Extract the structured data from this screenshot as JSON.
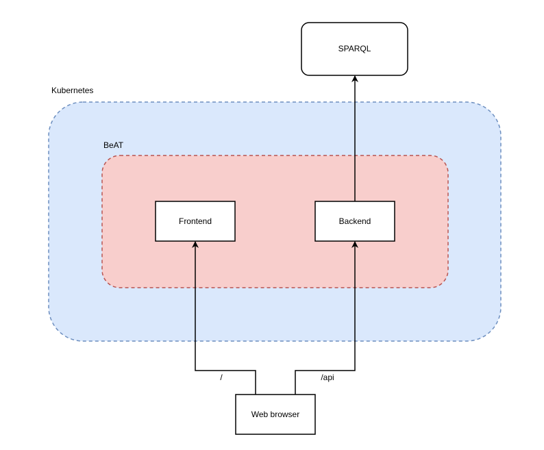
{
  "diagram": {
    "groups": {
      "kubernetes": {
        "label": "Kubernetes",
        "fill": "#dae8fc",
        "stroke": "#6c8ebf"
      },
      "beat": {
        "label": "BeAT",
        "fill": "#f8cecc",
        "stroke": "#b85450"
      }
    },
    "nodes": {
      "sparql": "SPARQL",
      "frontend": "Frontend",
      "backend": "Backend",
      "browser": "Web browser"
    },
    "edges": {
      "browser_to_frontend": "/",
      "browser_to_backend": "/api",
      "backend_to_sparql": ""
    }
  }
}
